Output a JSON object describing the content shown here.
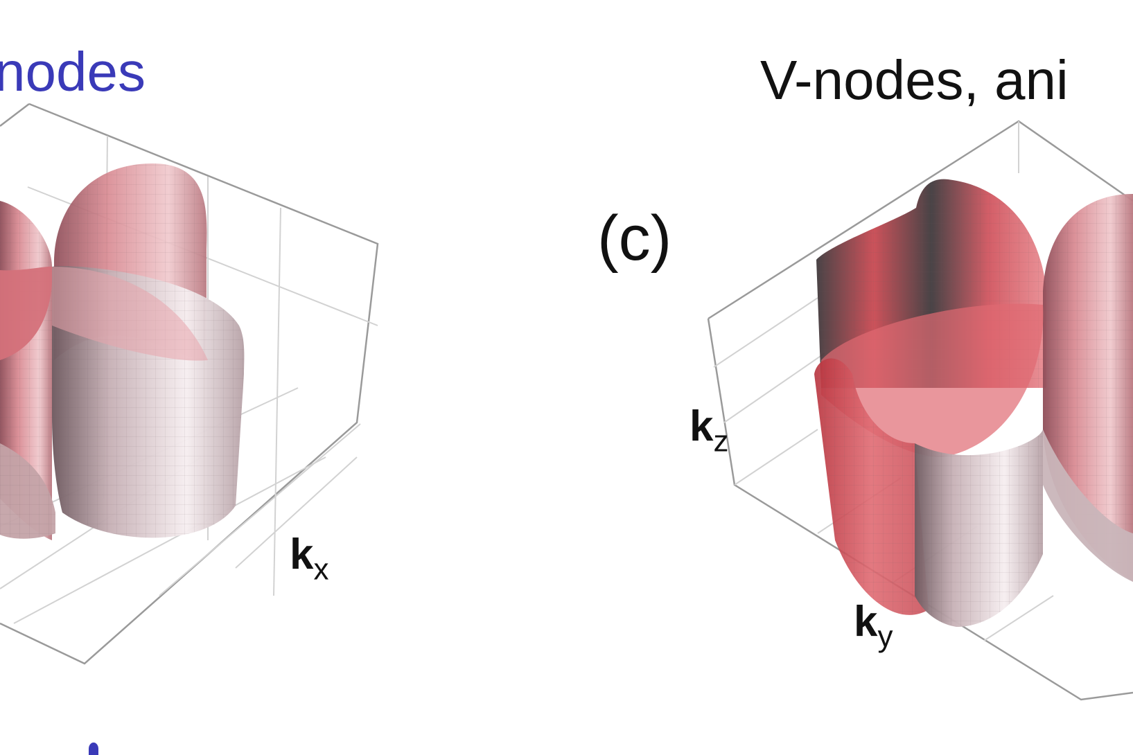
{
  "left_panel": {
    "title": "nodes",
    "title_color": "#3a3ab8",
    "axis_kx": {
      "main": "k",
      "sub": "x"
    }
  },
  "right_panel": {
    "title": "V-nodes, ani",
    "panel_label": "(c)",
    "axis_kz": {
      "main": "k",
      "sub": "z"
    },
    "axis_ky": {
      "main": "k",
      "sub": "y"
    }
  },
  "colors": {
    "surface_red": "#e07a82",
    "surface_pale": "#efe4e7",
    "surface_dark": "#3b3538",
    "box_line": "#9a9a9a",
    "grid_line": "#d2d2d2"
  }
}
